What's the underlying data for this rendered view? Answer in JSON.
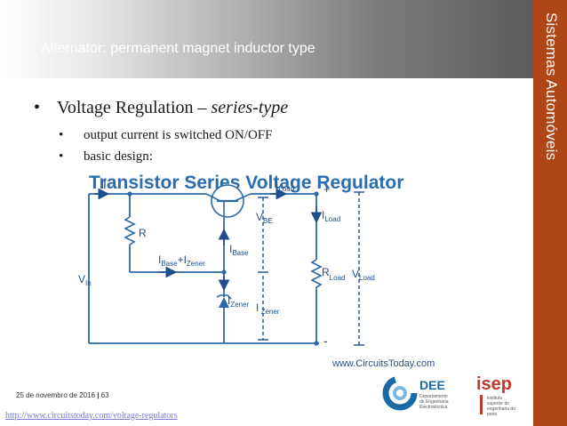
{
  "header": {
    "title": "Alternator: permanent magnet inductor type"
  },
  "sidebar": {
    "text": "Sistemas Automóveis"
  },
  "content": {
    "main_bullet": {
      "text": "Voltage Regulation – ",
      "emphasis": "series-type"
    },
    "sub_bullets": [
      "output current is switched ON/OFF",
      "basic design:"
    ]
  },
  "diagram": {
    "title": "Transistor Series Voltage Regulator",
    "labels": {
      "I": "I",
      "I_load": "I",
      "I_load_sub": "Load",
      "plus": "+",
      "minus": "-",
      "R": "R",
      "ibase_izener": "I",
      "base_sub": "Base",
      "plus_sign": "+I",
      "zener_sub": "Zener",
      "I_base": "I",
      "I_base_sub": "Base",
      "V_BE": "V",
      "V_BE_sub": "BE",
      "I_load2": "I",
      "I_load2_sub": "Load",
      "R_load": "R",
      "R_load_sub": "Load",
      "V_load": "V",
      "V_load_sub": "Load",
      "V_in": "V",
      "V_in_sub": "In",
      "I_zener": "I",
      "I_zener_sub": "Zener",
      "I_zener2": "I",
      "I_zener2_sub": " Zener"
    },
    "credit": "www.CircuitsToday.com",
    "colors": {
      "title": "#2b6cb0",
      "wire": "#2a6aa8",
      "arrow": "#1e4e8c"
    }
  },
  "footer": {
    "date": "25 de novembro de 2016",
    "separator": "|",
    "page": "63",
    "link": "http://www.circuitstoday.com/voltage-regulators"
  },
  "logos": {
    "dee_name": "DEE",
    "dee_sub1": "Departamento",
    "dee_sub2": "de Engenharia",
    "dee_sub3": "Electrotécnica",
    "isep_name": "isep",
    "isep_sub1": "instituto",
    "isep_sub2": "superior de",
    "isep_sub3": "engenharia do",
    "isep_sub4": "porto",
    "isep_color": "#c0392b",
    "dee_color": "#1b6aa5"
  }
}
